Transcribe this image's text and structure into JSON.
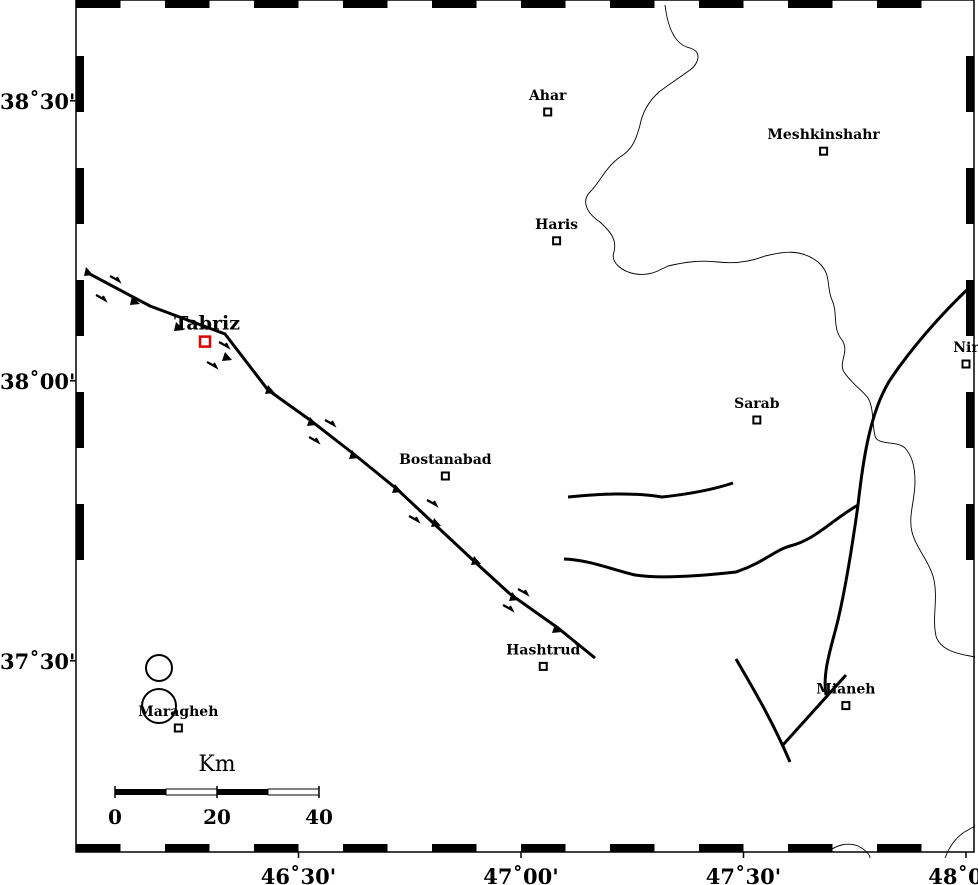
{
  "map": {
    "towns": [
      {
        "name": "Ahar",
        "lon": 47.06,
        "lat": 38.48
      },
      {
        "name": "Meshkinshahr",
        "lon": 47.68,
        "lat": 38.41
      },
      {
        "name": "Haris",
        "lon": 47.08,
        "lat": 38.25
      },
      {
        "name": "Nir",
        "lon": 48.0,
        "lat": 38.03
      },
      {
        "name": "Sarab",
        "lon": 47.53,
        "lat": 37.93
      },
      {
        "name": "Bostanabad",
        "lon": 46.83,
        "lat": 37.83
      },
      {
        "name": "Hashtrud",
        "lon": 47.05,
        "lat": 37.49
      },
      {
        "name": "Mianeh",
        "lon": 47.73,
        "lat": 37.42
      },
      {
        "name": "Maragheh",
        "lon": 46.23,
        "lat": 37.38
      }
    ],
    "capital": {
      "name": "Tabriz",
      "lon": 46.29,
      "lat": 38.07,
      "color": "#e00000"
    },
    "lon_ticks": [
      {
        "label": "46˚30'",
        "lon": 46.5
      },
      {
        "label": "47˚00'",
        "lon": 47.0
      },
      {
        "label": "47˚30'",
        "lon": 47.5
      },
      {
        "label": "48˚00'",
        "lon": 48.0
      }
    ],
    "lat_ticks": [
      {
        "label": "38˚30'",
        "lat": 38.5
      },
      {
        "label": "38˚00'",
        "lat": 38.0
      },
      {
        "label": "37˚30'",
        "lat": 37.5
      }
    ],
    "scale_bar": {
      "unit": "Km",
      "labels": [
        "0",
        "20",
        "40"
      ]
    },
    "frame_color": "#000000"
  }
}
